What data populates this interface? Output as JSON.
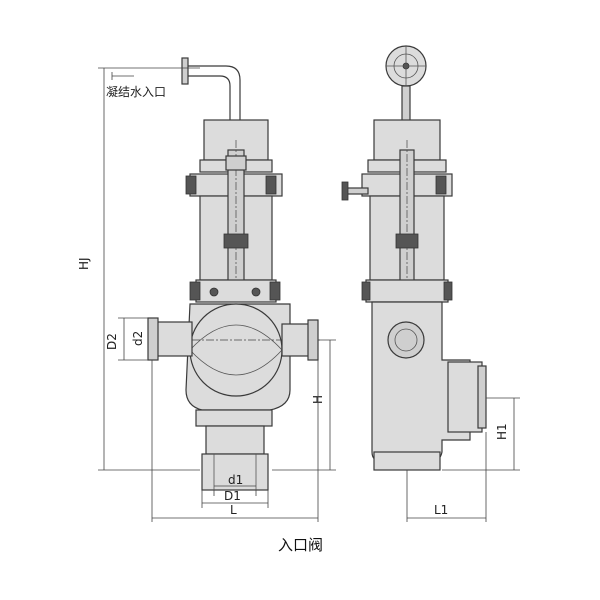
{
  "labels": {
    "condensate_inlet": "凝结水入口",
    "HJ": "HJ",
    "D2": "D2",
    "d2": "d2",
    "H": "H",
    "d1": "d1",
    "D1": "D1",
    "L": "L",
    "H1": "H1",
    "L1": "L1"
  },
  "caption": "入口阀"
}
